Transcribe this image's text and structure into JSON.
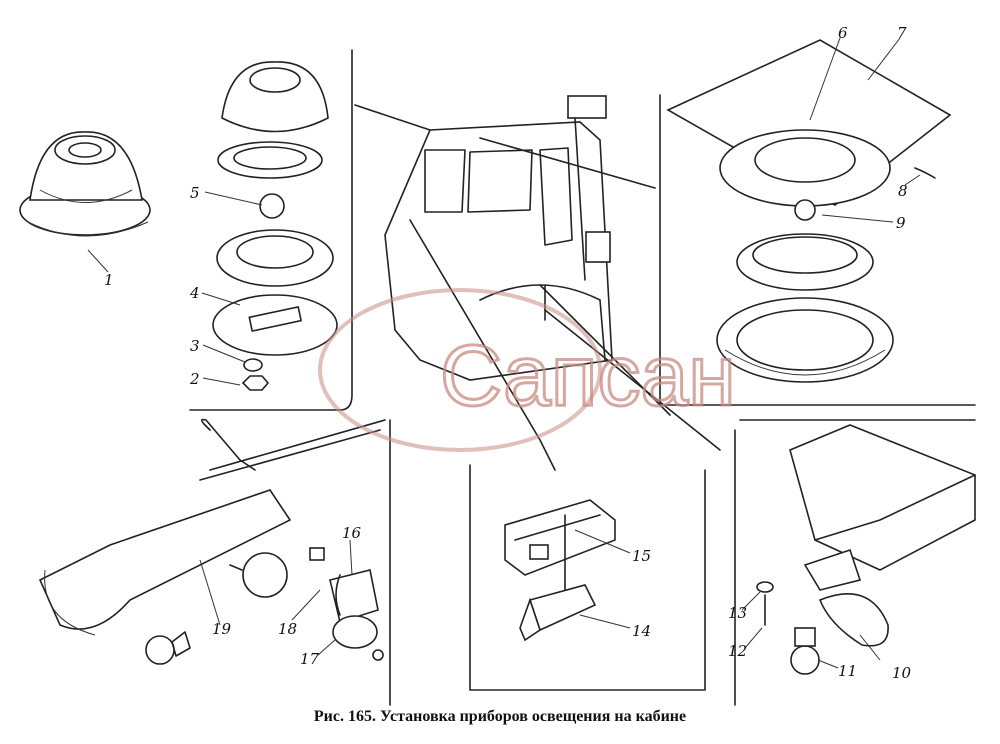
{
  "caption": "Рис. 165. Установка приборов освещения на кабине",
  "watermark": "Сапсан",
  "watermark_color": "#c98a82",
  "callouts": [
    "1",
    "2",
    "3",
    "4",
    "5",
    "6",
    "7",
    "8",
    "9",
    "10",
    "11",
    "12",
    "13",
    "14",
    "15",
    "16",
    "17",
    "18",
    "19"
  ]
}
